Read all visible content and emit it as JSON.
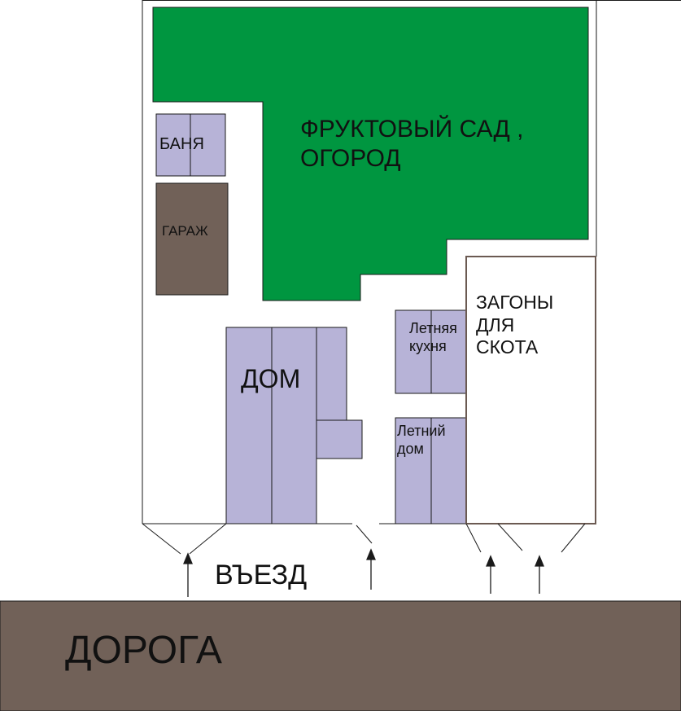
{
  "colors": {
    "garden": "#009640",
    "building": "#b7b3d7",
    "garage": "#716158",
    "road": "#716158",
    "outline": "#1a1a1a",
    "pen_border": "#6b5a52"
  },
  "labels": {
    "garden_line1": "ФРУКТОВЫЙ САД ,",
    "garden_line2": "ОГОРОД",
    "banya": "БАНЯ",
    "garage": "ГАРАЖ",
    "house": "ДОМ",
    "summer_kitchen_line1": "Летняя",
    "summer_kitchen_line2": "кухня",
    "summer_house_line1": "Летний",
    "summer_house_line2": "дом",
    "pens_line1": "ЗАГОНЫ",
    "pens_line2": "ДЛЯ",
    "pens_line3": "СКОТА",
    "entrance": "ВЪЕЗД",
    "road": "ДОРОГА"
  }
}
